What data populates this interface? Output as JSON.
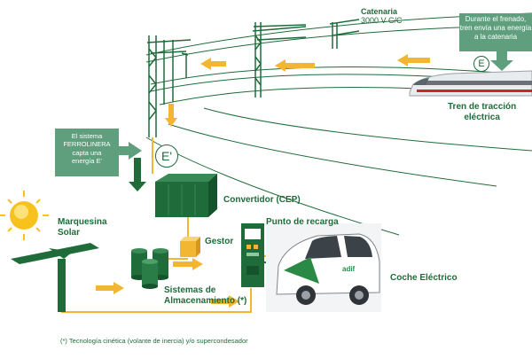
{
  "diagram": {
    "labels": {
      "catenary": [
        "Catenaria",
        "3000 V C/C"
      ],
      "train": [
        "Tren de tracción",
        "eléctrica"
      ],
      "converter": "Convertidor (CEP)",
      "manager": "Gestor",
      "charging_point": "Punto de recarga",
      "electric_car": "Coche Eléctrico",
      "solar_canopy": [
        "Marquesina",
        "Solar"
      ],
      "storage": [
        "Sistemas de",
        "Almacenamiento (*)"
      ]
    },
    "callouts": {
      "braking": [
        "Durante el frenado,",
        "tren envía una energía",
        "a la catenaria"
      ],
      "ferrolinera": [
        "El sistema",
        "FERROLINERA",
        "capta una",
        "energía E'"
      ]
    },
    "energy_symbols": {
      "train": "E",
      "system": "E'"
    },
    "car_brand": "adif",
    "footnote": "(*) Tecnología cinética (volante de inercia) y/o supercondesador",
    "colors": {
      "primary_green": "#1f6b3a",
      "callout_green": "#5f9f7d",
      "arrow_yellow": "#f2b632",
      "sun_yellow": "#f7c21c"
    }
  }
}
